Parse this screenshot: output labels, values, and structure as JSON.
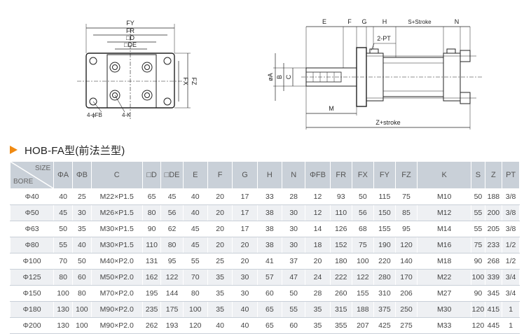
{
  "drawing": {
    "front": {
      "fy": "FY",
      "fr": "FR",
      "d": "□D",
      "de": "□DE",
      "fx": "FX",
      "fz": "FZ",
      "fb": "4-ϕFB",
      "k": "4-K"
    },
    "side": {
      "e": "E",
      "f": "F",
      "g": "G",
      "h": "H",
      "s_stroke": "S+Stroke",
      "n": "N",
      "pt": "2-PT",
      "phi_a": "øA",
      "phi_b": "B",
      "c": "C",
      "m": "M",
      "z_stroke": "Z+stroke"
    }
  },
  "section": {
    "title": "HOB-FA型(前法兰型)"
  },
  "table": {
    "corner_size": "SIZE",
    "corner_bore": "BORE",
    "headers": [
      "ΦA",
      "ΦB",
      "C",
      "□D",
      "□DE",
      "E",
      "F",
      "G",
      "H",
      "N",
      "ΦFB",
      "FR",
      "FX",
      "FY",
      "FZ",
      "K",
      "S",
      "Z",
      "PT"
    ],
    "rows": [
      [
        "Φ40",
        "40",
        "25",
        "M22×P1.5",
        "65",
        "45",
        "40",
        "20",
        "17",
        "33",
        "28",
        "12",
        "93",
        "50",
        "115",
        "75",
        "M10",
        "50",
        "188",
        "3/8"
      ],
      [
        "Φ50",
        "45",
        "30",
        "M26×P1.5",
        "80",
        "56",
        "40",
        "20",
        "17",
        "38",
        "30",
        "12",
        "110",
        "56",
        "150",
        "85",
        "M12",
        "55",
        "200",
        "3/8"
      ],
      [
        "Φ63",
        "50",
        "35",
        "M30×P1.5",
        "90",
        "62",
        "45",
        "20",
        "17",
        "38",
        "30",
        "14",
        "126",
        "68",
        "155",
        "95",
        "M14",
        "55",
        "205",
        "3/8"
      ],
      [
        "Φ80",
        "55",
        "40",
        "M30×P1.5",
        "110",
        "80",
        "45",
        "20",
        "20",
        "38",
        "30",
        "18",
        "152",
        "75",
        "190",
        "120",
        "M16",
        "75",
        "233",
        "1/2"
      ],
      [
        "Φ100",
        "70",
        "50",
        "M40×P2.0",
        "131",
        "95",
        "55",
        "25",
        "20",
        "41",
        "37",
        "20",
        "180",
        "100",
        "220",
        "140",
        "M18",
        "90",
        "268",
        "1/2"
      ],
      [
        "Φ125",
        "80",
        "60",
        "M50×P2.0",
        "162",
        "122",
        "70",
        "35",
        "30",
        "57",
        "47",
        "24",
        "222",
        "122",
        "280",
        "170",
        "M22",
        "100",
        "339",
        "3/4"
      ],
      [
        "Φ150",
        "100",
        "80",
        "M70×P2.0",
        "195",
        "144",
        "80",
        "35",
        "30",
        "60",
        "50",
        "28",
        "260",
        "155",
        "310",
        "206",
        "M27",
        "90",
        "345",
        "3/4"
      ],
      [
        "Φ180",
        "130",
        "100",
        "M90×P2.0",
        "235",
        "175",
        "100",
        "35",
        "40",
        "65",
        "55",
        "35",
        "315",
        "188",
        "375",
        "250",
        "M30",
        "120",
        "415",
        "1"
      ],
      [
        "Φ200",
        "130",
        "100",
        "M90×P2.0",
        "262",
        "193",
        "120",
        "40",
        "40",
        "65",
        "60",
        "35",
        "355",
        "207",
        "425",
        "275",
        "M33",
        "120",
        "445",
        "1"
      ]
    ]
  }
}
